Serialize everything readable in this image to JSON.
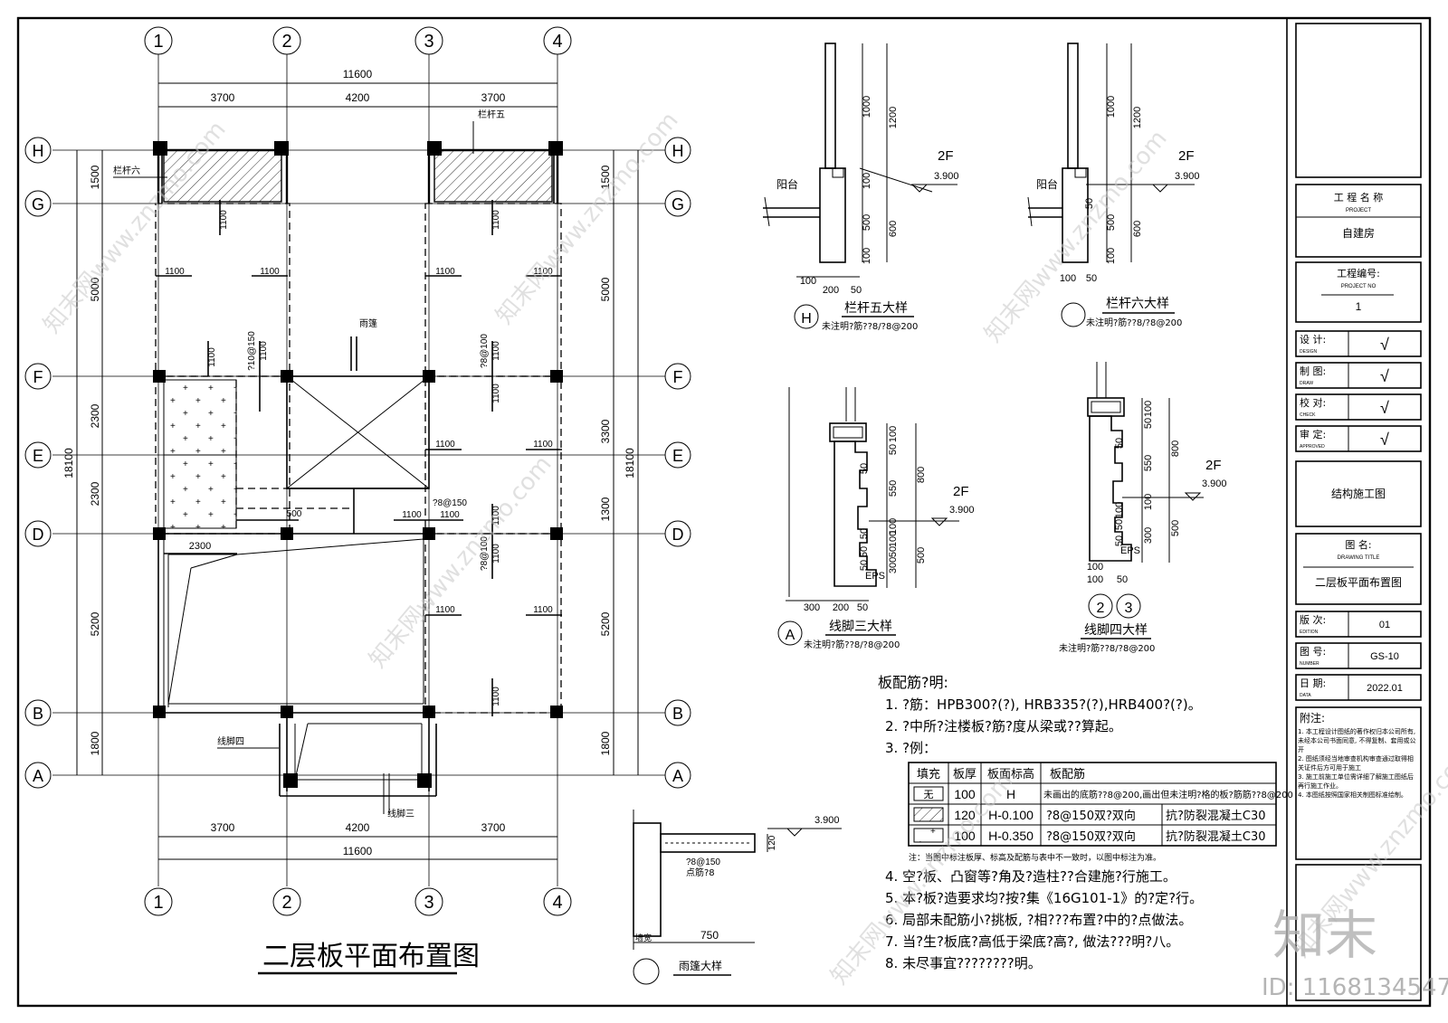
{
  "grid_axes": {
    "numbers": [
      "1",
      "2",
      "3",
      "4"
    ],
    "letters": [
      "H",
      "G",
      "F",
      "E",
      "D",
      "B",
      "A"
    ]
  },
  "dimensions": {
    "total_width": "11600",
    "top_spans": [
      "3700",
      "4200",
      "3700"
    ],
    "bottom_spans": [
      "3700",
      "4200",
      "3700"
    ],
    "total_depth": "18100",
    "left_spans": [
      "1500",
      "5000",
      "2300",
      "2300",
      "5200",
      "1800"
    ],
    "right_spans": [
      "1500",
      "5000",
      "3300",
      "1300",
      "5200",
      "1800"
    ]
  },
  "plan_labels": {
    "lan_gan_wu": "栏杆五",
    "lan_gan_liu": "栏杆六",
    "yu_peng": "雨篷",
    "xian_jiao_si": "线脚四",
    "xian_jiao_san": "线脚三",
    "rebar_1100": "1100",
    "rebar_500": "500",
    "rebar_2300": "2300",
    "rebar_a10_150": "?10@150",
    "rebar_a8_100": "?8@100",
    "rebar_a8_150": "?8@150",
    "plan_title": "二层板平面布置图"
  },
  "details": {
    "d1_title": "栏杆五大样",
    "d2_title": "栏杆六大样",
    "d3_title": "线脚三大样",
    "d4_title": "线脚四大样",
    "d5_title": "雨篷大样",
    "note_rebar": "未注明?筋??8/?8@200",
    "balcony": "阳台",
    "floor": "2F",
    "level": "3.900",
    "eps": "EPS",
    "axis_h": "H",
    "axis_a": "A",
    "axis_2": "2",
    "axis_3": "3",
    "d1_dims": [
      "1000",
      "1200",
      "100",
      "500",
      "600",
      "100",
      "100",
      "200",
      "50"
    ],
    "d2_dims": [
      "1000",
      "1200",
      "50",
      "500",
      "600",
      "100",
      "100",
      "50"
    ],
    "d3_dims": [
      "100",
      "50",
      "50",
      "550",
      "800",
      "50",
      "100",
      "100",
      "50",
      "300",
      "500",
      "50",
      "50",
      "300",
      "200",
      "50"
    ],
    "d4_dims": [
      "100",
      "50",
      "50",
      "550",
      "800",
      "100",
      "100",
      "50",
      "300",
      "500",
      "50",
      "100",
      "100",
      "50"
    ],
    "d5_rebar1": "?8@150",
    "d5_rebar2": "点筋?8",
    "d5_120": "120",
    "d5_750": "750",
    "d5_wall": "墙宽"
  },
  "notes": {
    "heading": "板配筋?明:",
    "items": [
      "1. ?筋：HPB300?(?), HRB335?(?),HRB400?(?)。",
      "2. ?中所?注楼板?筋?度从梁或??算起。",
      "3. ?例：",
      "4. 空?板、凸窗等?角及?造柱??合建施?行施工。",
      "5. 本?板?造要求均?按?集《16G101-1》的?定?行。",
      "6. 局部未配筋小?挑板, ?相???布置?中的?点做法。",
      "7. 当?生?板底?高低于梁底?高?, 做法???明?八。",
      "8. 未尽事宜????????明。"
    ],
    "table_headers": [
      "填充",
      "板厚",
      "板面标高",
      "板配筋"
    ],
    "table_rows": [
      [
        "无",
        "100",
        "H",
        "未画出的底筋??8@200,画出但未注明?格的板?筋筋??8@200"
      ],
      [
        "",
        "120",
        "H-0.100",
        "?8@150双?双向",
        "抗?防裂混凝土C30"
      ],
      [
        "",
        "100",
        "H-0.350",
        "?8@150双?双向",
        "抗?防裂混凝土C30"
      ]
    ],
    "table_note": "注：当图中标注板厚、标高及配筋与表中不一致时，以图中标注为准。"
  },
  "title_block": {
    "project_name_label": "工 程 名 称",
    "project_name_en": "PROJECT",
    "project_name": "自建房",
    "project_no_label": "工程编号:",
    "project_no_en": "PROJECT NO",
    "project_no": "1",
    "sign_rows": [
      {
        "label": "设 计:",
        "en": "DESIGN",
        "mark": "√"
      },
      {
        "label": "制 图:",
        "en": "DRAW",
        "mark": "√"
      },
      {
        "label": "校 对:",
        "en": "CHECK",
        "mark": "√"
      },
      {
        "label": "审 定:",
        "en": "APPROVED",
        "mark": "√"
      }
    ],
    "drawing_type": "结构施工图",
    "drawing_name_label": "图 名:",
    "drawing_name_en": "DRAWING TITLE",
    "drawing_name": "二层板平面布置图",
    "meta_rows": [
      {
        "label": "版 次:",
        "en": "EDITION",
        "value": "01"
      },
      {
        "label": "图 号:",
        "en": "NUMBER",
        "value": "GS-10"
      },
      {
        "label": "日 期:",
        "en": "DATA",
        "value": "2022.01"
      }
    ],
    "notes_heading": "附注:",
    "notes": [
      "1. 本工程设计图纸的著作权归本公司所有, 未经本公司书面同意, 不得复制、套用或公开",
      "2. 图纸须经当地审查机构审查通过取得相关证件后方可用于施工",
      "3. 施工前施工单位需详细了解施工图纸后再行施工作业。",
      "4. 本图纸按照国家相关制图标准绘制。"
    ]
  },
  "watermark": {
    "site": "知末网www.znzmo.com",
    "logo": "知末",
    "id": "ID: 1168134547"
  }
}
